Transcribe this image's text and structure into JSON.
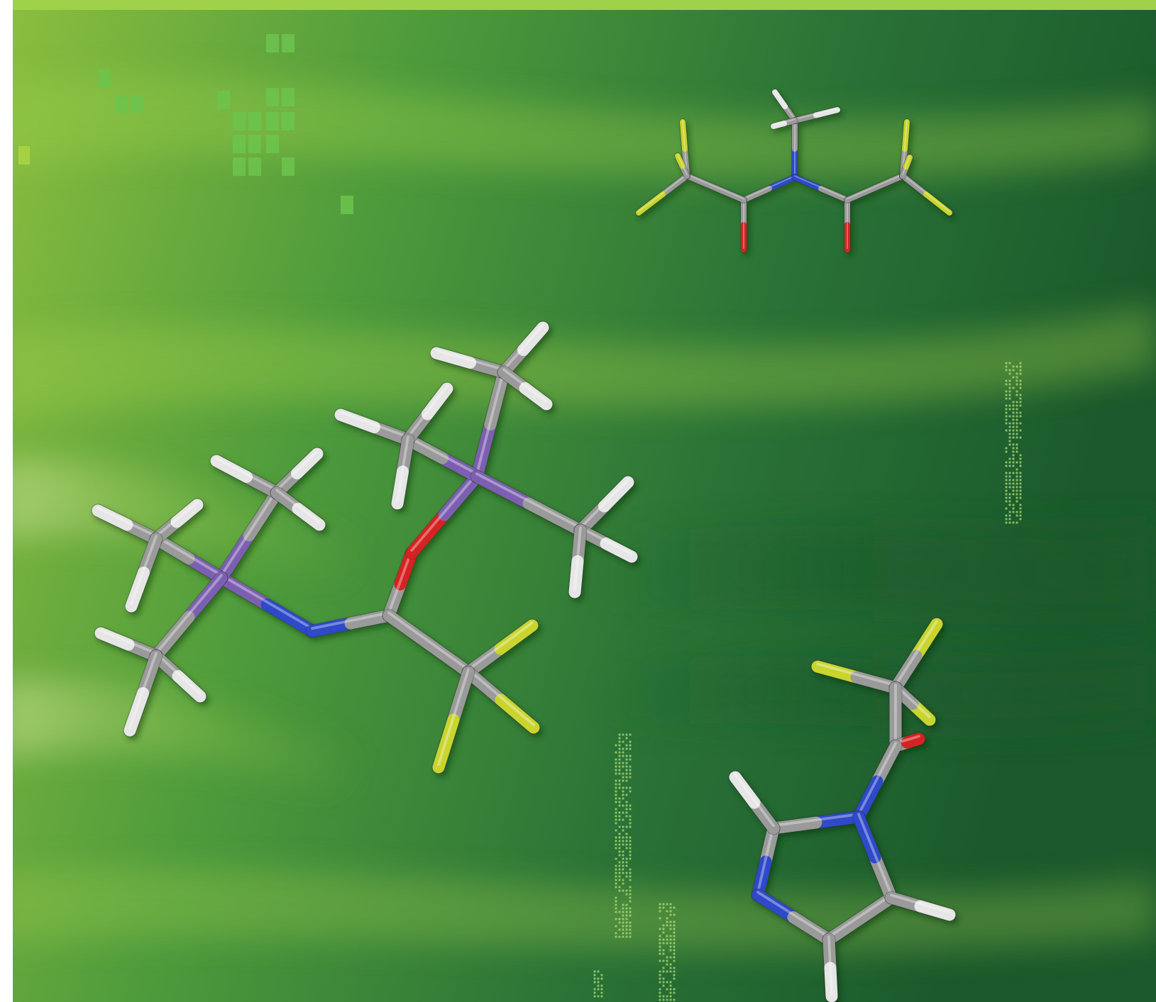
{
  "colors": {
    "background_light": "#8dbf3f",
    "background_mid": "#4e9b3c",
    "background_dark": "#2a7236",
    "background_deep": "#1b5a2c",
    "top_stripe": "#9fd24a",
    "square_pattern": "#6cc44e",
    "square_pattern_light": "#a9d443",
    "dot_pattern": "#b8e07a",
    "atom_carbon": "#9a9a9a",
    "atom_hydrogen": "#e6e6e6",
    "atom_nitrogen": "#2f49c9",
    "atom_oxygen": "#d62020",
    "atom_fluorine": "#c9d42e",
    "atom_silicon": "#7d5fb2"
  },
  "molecules": [
    {
      "name": "silyl-imidate-molecule"
    },
    {
      "name": "imide-molecule"
    },
    {
      "name": "acyl-imidazole-molecule"
    }
  ]
}
